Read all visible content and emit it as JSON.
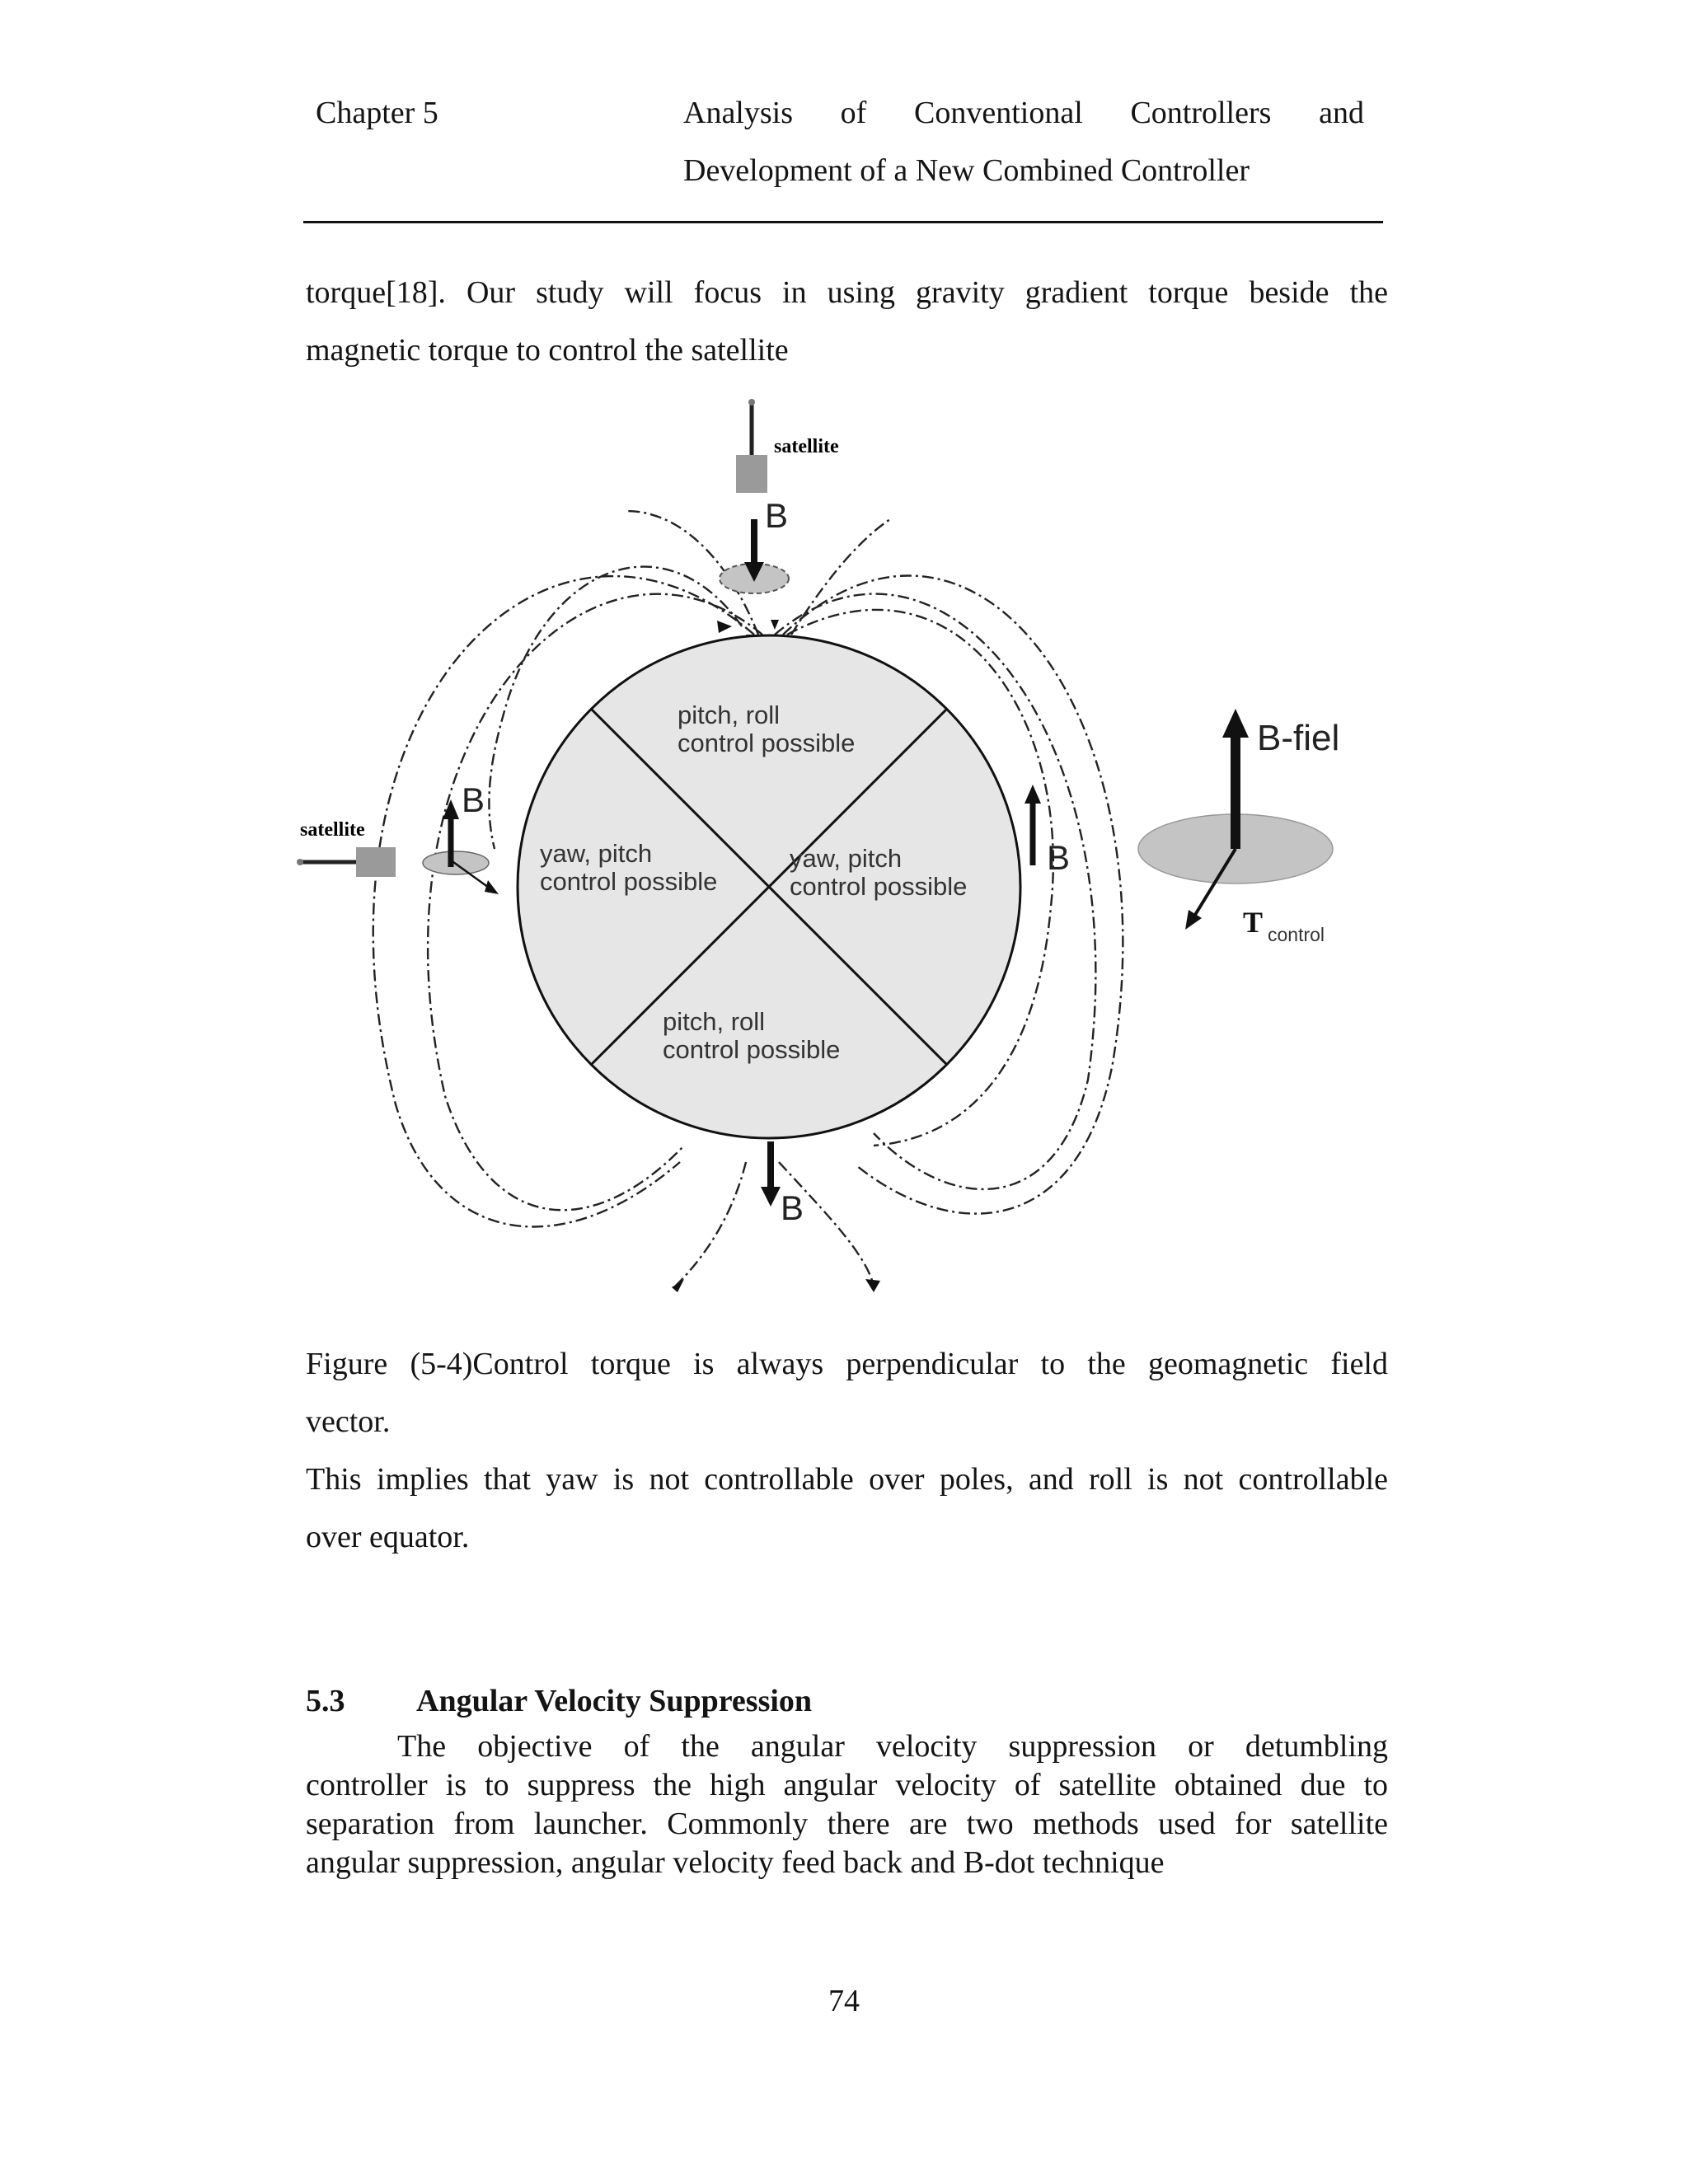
{
  "header": {
    "chapter": "Chapter 5",
    "title_line1": [
      "Analysis",
      "of",
      "Conventional",
      "Controllers",
      "and"
    ],
    "title_line2": "Development of a New Combined Controller"
  },
  "body": {
    "para1_line1": "torque[18]. Our study will focus in using gravity gradient torque beside the",
    "para1_line2": "magnetic torque to control the satellite"
  },
  "figure": {
    "labels": {
      "satellite_top": "satellite",
      "satellite_left": "satellite",
      "b_top": "B",
      "b_left": "B",
      "b_right": "B",
      "b_bottom": "B",
      "b_field": "B-fiel",
      "t_main": "T",
      "t_sub": "control"
    },
    "quadrants": {
      "top_l1": "pitch, roll",
      "top_l2": "control possible",
      "left_l1": "yaw, pitch",
      "left_l2": "control possible",
      "right_l1": "yaw, pitch",
      "right_l2": "control possible",
      "bottom_l1": "pitch, roll",
      "bottom_l2": "control possible"
    },
    "colors": {
      "earth_fill": "#e6e6e6",
      "satellite_body": "#9a9a9a",
      "ellipse_fill": "#c4c4c4"
    }
  },
  "caption": {
    "line1": "Figure (5-4)Control torque is always perpendicular to the geomagnetic field",
    "line2": "vector.",
    "line3": "This implies that yaw is not controllable over poles, and roll is not controllable",
    "line4": "over equator."
  },
  "section": {
    "number": "5.3",
    "title": "Angular Velocity Suppression",
    "p_line1": "The objective of the angular velocity suppression or detumbling",
    "p_line2": "controller is to suppress the high angular velocity of satellite obtained due to",
    "p_line3": "separation from launcher. Commonly there are two methods used for satellite",
    "p_line4": "angular suppression, angular velocity feed back and B-dot technique"
  },
  "page_number": "74"
}
